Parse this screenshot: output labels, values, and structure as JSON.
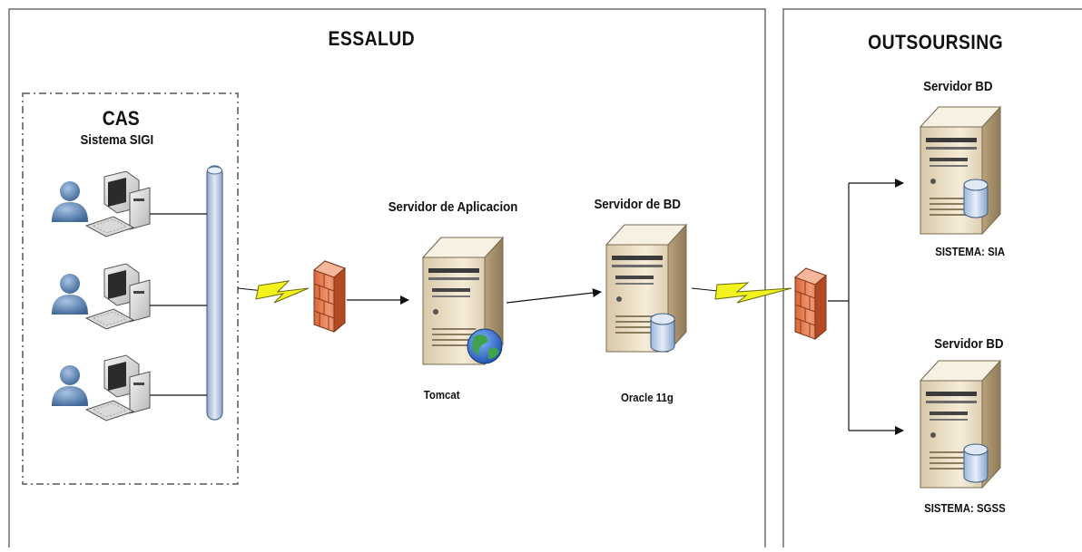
{
  "essalud": {
    "title": "ESSALUD"
  },
  "outsourcing": {
    "title": "OUTSOURSING"
  },
  "cas": {
    "title": "CAS",
    "subtitle": "Sistema SIGI"
  },
  "app_server": {
    "label": "Servidor de Aplicacion",
    "software": "Tomcat"
  },
  "db_server": {
    "label": "Servidor de BD",
    "software": "Oracle 11g"
  },
  "out_server_1": {
    "label": "Servidor BD",
    "system": "SISTEMA: SIA"
  },
  "out_server_2": {
    "label": "Servidor BD",
    "system": "SISTEMA: SGSS"
  },
  "colors": {
    "border": "#6e6e6e",
    "bus": "#c5d3e6",
    "server_body": "#e9dcc3",
    "firewall": "#e27448",
    "lightning": "#f2f21f",
    "user": "#5d84b4"
  }
}
